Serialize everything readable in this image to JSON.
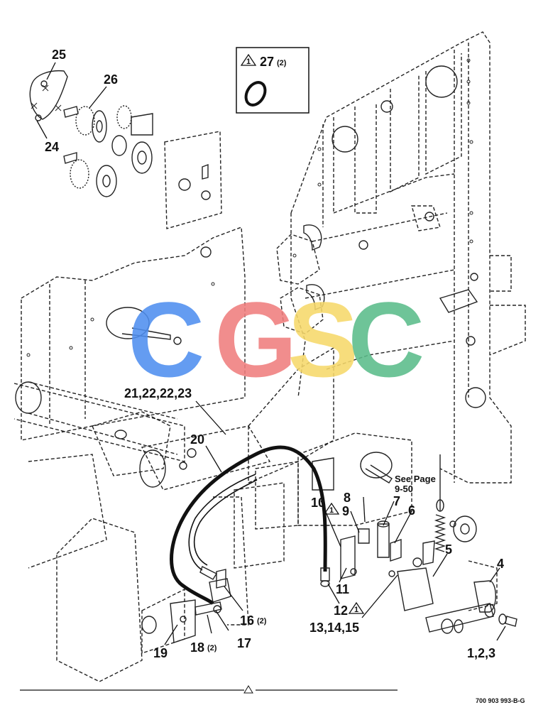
{
  "watermark": {
    "letters": [
      "C",
      "G",
      "S",
      "C"
    ],
    "colors": [
      "#4f8ff0",
      "#f07e7e",
      "#f7d96b",
      "#5bbd8a"
    ]
  },
  "callouts": {
    "c25": "25",
    "c26": "26",
    "c24": "24",
    "c27": "27",
    "c27_qty": "(2)",
    "c21": "21,22,22,23",
    "c20": "20",
    "see_page_1": "See Page",
    "see_page_2": "9-50",
    "c8": "8",
    "c9": "9",
    "c10": "10",
    "c7": "7",
    "c6": "6",
    "c5": "5",
    "c4": "4",
    "c11": "11",
    "c12": "12",
    "c13": "13,14,15",
    "c16": "16",
    "c16_qty": "(2)",
    "c17": "17",
    "c18": "18",
    "c18_qty": "(2)",
    "c19": "19",
    "c1": "1,2,3"
  },
  "drawing_code": "700 903 993-B-G"
}
